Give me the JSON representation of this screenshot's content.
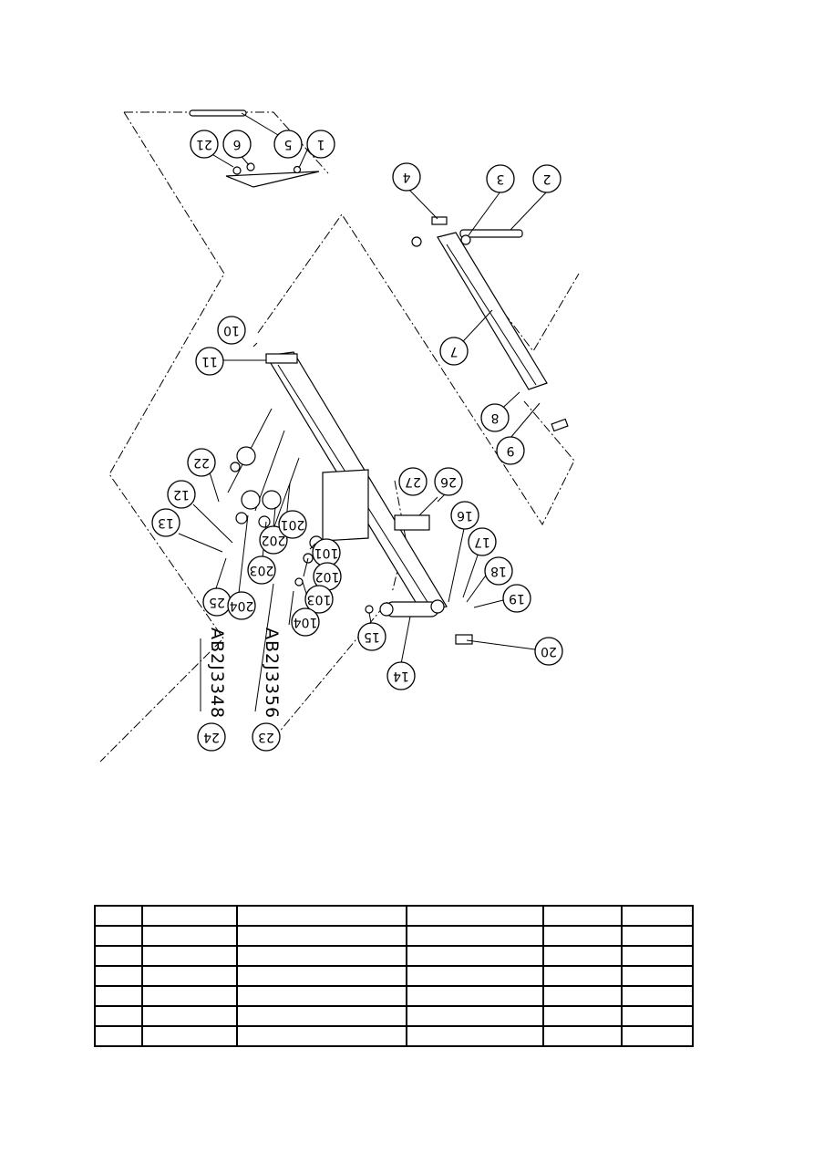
{
  "diagram": {
    "callouts": [
      "1",
      "5",
      "6",
      "21",
      "2",
      "3",
      "4",
      "7",
      "8",
      "9",
      "10",
      "11",
      "22",
      "12",
      "13",
      "25",
      "204",
      "203",
      "202",
      "201",
      "101",
      "102",
      "103",
      "104",
      "27",
      "26",
      "16",
      "17",
      "18",
      "19",
      "15",
      "14",
      "20",
      "24",
      "23"
    ],
    "codes": [
      "AB2J3348",
      "AB2J3356"
    ]
  },
  "table": {
    "rows": [
      [
        "",
        "",
        "",
        "",
        "",
        ""
      ],
      [
        "",
        "",
        "",
        "",
        "",
        ""
      ],
      [
        "",
        "",
        "",
        "",
        "",
        ""
      ],
      [
        "",
        "",
        "",
        "",
        "",
        ""
      ],
      [
        "",
        "",
        "",
        "",
        "",
        ""
      ],
      [
        "",
        "",
        "",
        "",
        "",
        ""
      ],
      [
        "",
        "",
        "",
        "",
        "",
        ""
      ]
    ]
  }
}
